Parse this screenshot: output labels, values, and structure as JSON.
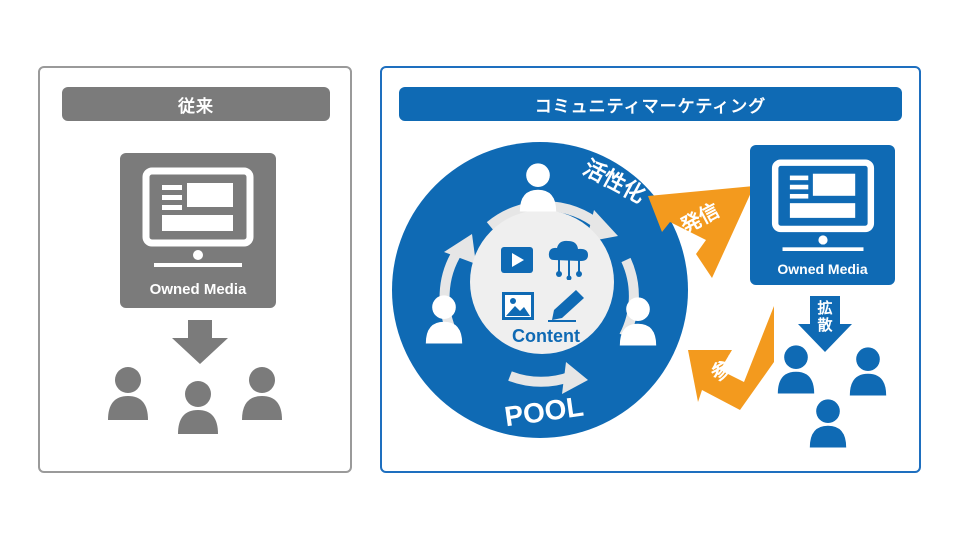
{
  "left": {
    "title": "従来",
    "owned_media_label": "Owned Media"
  },
  "right": {
    "title": "コミュニティマーケティング",
    "owned_media_label": "Owned Media",
    "content_label": "Content",
    "pool_label": "POOL",
    "activate_label": "活性化",
    "broadcast_label": "発信",
    "participate_label": "参加",
    "spread_label": "拡散"
  },
  "colors": {
    "gray": "#7b7b7b",
    "blue": "#0f6ab4",
    "orange": "#f39a1e",
    "light_gray": "#efefef"
  },
  "icons": [
    "monitor-icon",
    "arrow-down-icon",
    "person-icon",
    "video-play-icon",
    "cloud-network-icon",
    "image-icon",
    "pencil-icon"
  ]
}
